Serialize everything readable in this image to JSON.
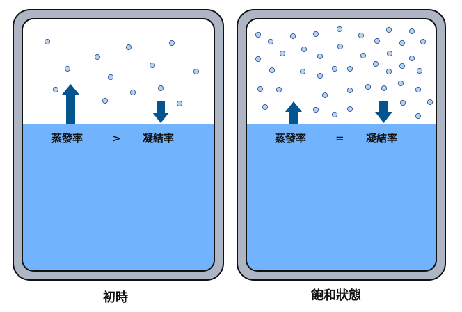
{
  "colors": {
    "frame": "#aeb6c6",
    "outline": "#111111",
    "water": "#71b4fd",
    "air": "#ffffff",
    "particle_fill": "#b6d3f4",
    "particle_stroke": "#3a5f95",
    "arrow": "#04548f"
  },
  "panels": [
    {
      "id": "initial",
      "caption": "初時",
      "evaporation_label": "蒸發率",
      "relation": ">",
      "condensation_label": "凝結率",
      "particles": [
        [
          68,
          60
        ],
        [
          97,
          99
        ],
        [
          140,
          82
        ],
        [
          185,
          68
        ],
        [
          247,
          62
        ],
        [
          219,
          94
        ],
        [
          282,
          103
        ],
        [
          159,
          111
        ],
        [
          80,
          129
        ],
        [
          191,
          133
        ],
        [
          231,
          127
        ],
        [
          151,
          145
        ],
        [
          258,
          149
        ]
      ]
    },
    {
      "id": "saturated",
      "caption": "飽和狀態",
      "evaporation_label": "蒸發率",
      "relation": "=",
      "condensation_label": "凝結率",
      "particles": [
        [
          371,
          50
        ],
        [
          389,
          60
        ],
        [
          421,
          52
        ],
        [
          454,
          49
        ],
        [
          488,
          42
        ],
        [
          406,
          77
        ],
        [
          437,
          71
        ],
        [
          460,
          81
        ],
        [
          489,
          67
        ],
        [
          371,
          85
        ],
        [
          391,
          101
        ],
        [
          435,
          103
        ],
        [
          460,
          109
        ],
        [
          481,
          99
        ],
        [
          374,
          128
        ],
        [
          401,
          129
        ],
        [
          467,
          137
        ],
        [
          381,
          154
        ],
        [
          454,
          158
        ],
        [
          481,
          165
        ],
        [
          519,
          51
        ],
        [
          559,
          43
        ],
        [
          592,
          45
        ],
        [
          542,
          59
        ],
        [
          578,
          62
        ],
        [
          608,
          60
        ],
        [
          522,
          80
        ],
        [
          560,
          77
        ],
        [
          592,
          84
        ],
        [
          503,
          99
        ],
        [
          540,
          92
        ],
        [
          559,
          103
        ],
        [
          578,
          95
        ],
        [
          603,
          102
        ],
        [
          503,
          130
        ],
        [
          529,
          125
        ],
        [
          552,
          127
        ],
        [
          576,
          120
        ],
        [
          601,
          129
        ],
        [
          503,
          157
        ],
        [
          579,
          148
        ],
        [
          618,
          147
        ],
        [
          601,
          167
        ]
      ]
    }
  ]
}
